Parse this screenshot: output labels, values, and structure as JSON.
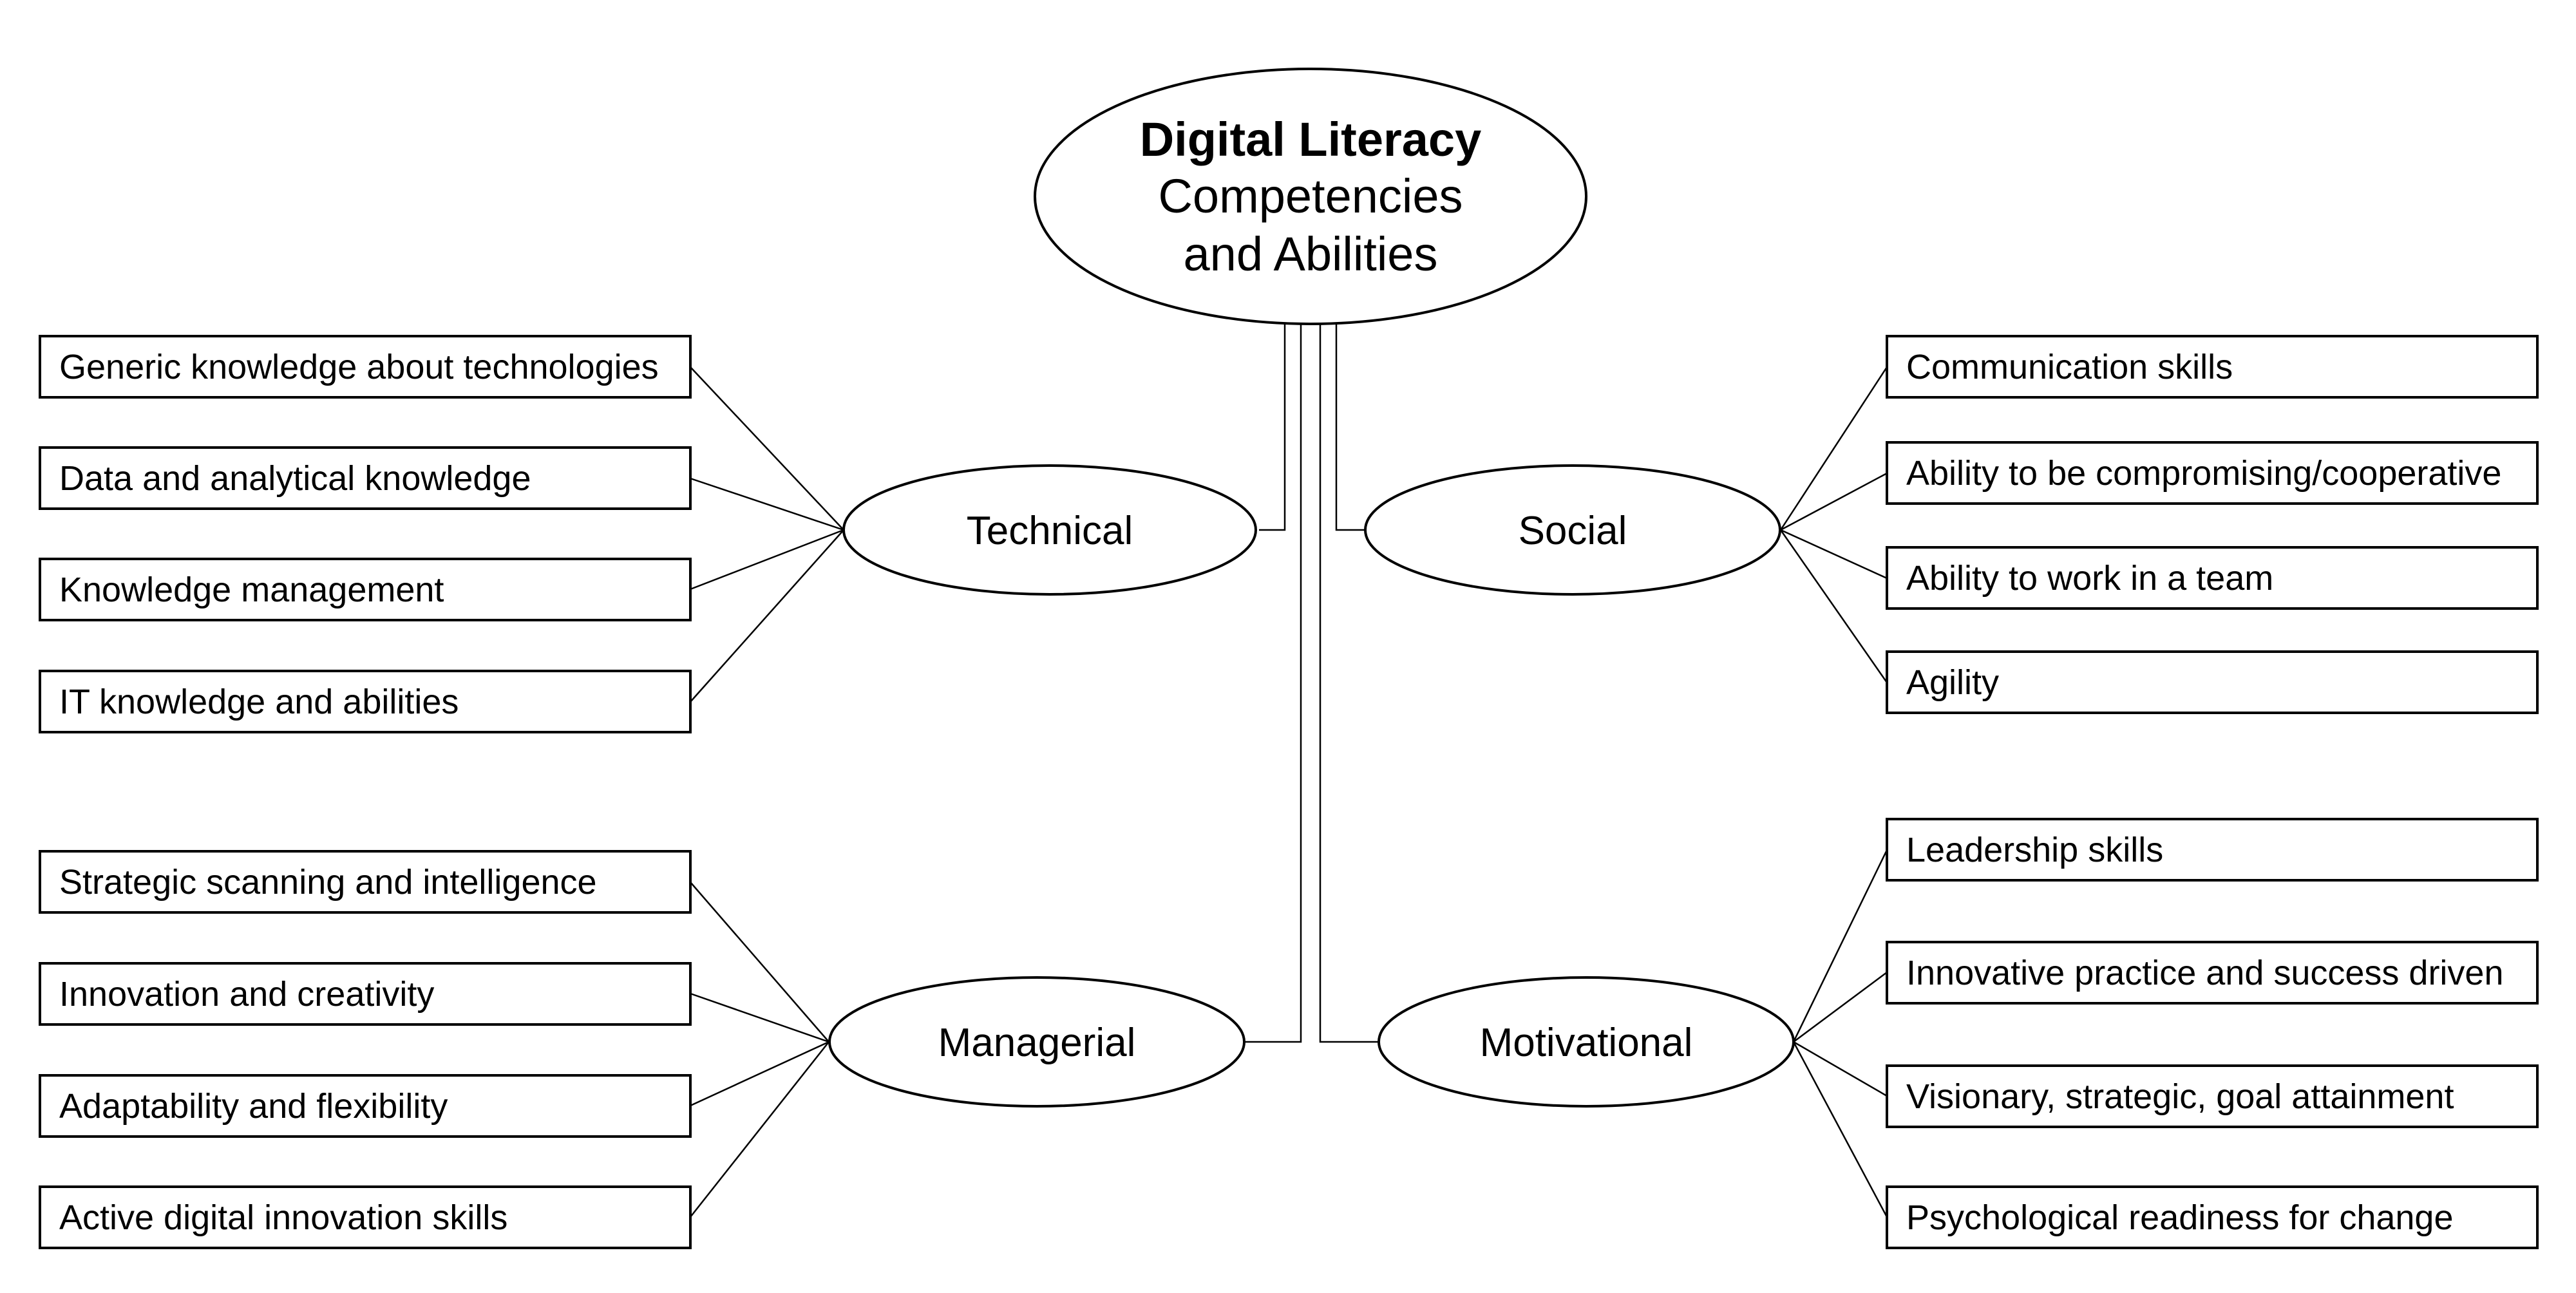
{
  "root": {
    "title": "Digital Literacy",
    "subtitle_lines": [
      "Competencies",
      "and Abilities"
    ]
  },
  "categories": {
    "technical": {
      "label": "Technical",
      "items": [
        "Generic knowledge about technologies",
        "Data and analytical knowledge",
        "Knowledge management",
        "IT knowledge and abilities"
      ]
    },
    "managerial": {
      "label": "Managerial",
      "items": [
        "Strategic scanning and intelligence",
        "Innovation and creativity",
        "Adaptability and flexibility",
        "Active digital innovation skills"
      ]
    },
    "social": {
      "label": "Social",
      "items": [
        "Communication skills",
        "Ability to be compromising/cooperative",
        "Ability to work in a team",
        "Agility"
      ]
    },
    "motivational": {
      "label": "Motivational",
      "items": [
        "Leadership skills",
        "Innovative practice and success driven",
        "Visionary, strategic, goal attainment",
        "Psychological readiness for change"
      ]
    }
  }
}
